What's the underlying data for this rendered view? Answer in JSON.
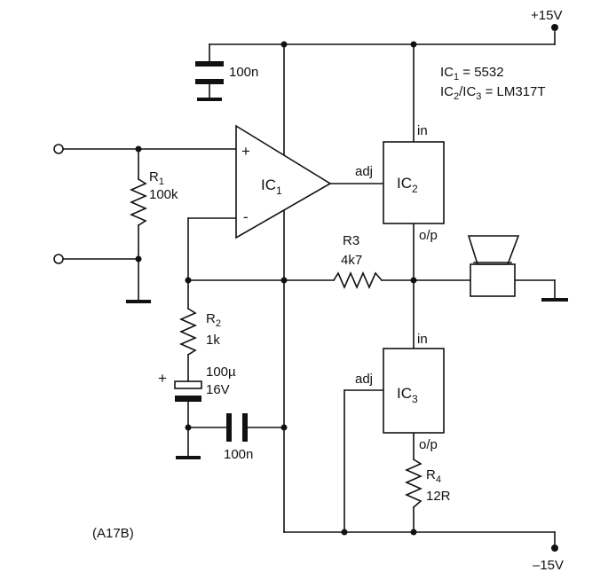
{
  "supply": {
    "pos": "+15V",
    "neg": "–15V"
  },
  "notes": {
    "line1_main": "IC",
    "line1_sub": "1",
    "line1_rest": " = 5532",
    "line2_a": "IC",
    "line2_a_sub": "2",
    "line2_b": "/IC",
    "line2_b_sub": "3",
    "line2_rest": " = LM317T"
  },
  "ic1": {
    "name": "IC",
    "sub": "1",
    "plus": "+",
    "minus": "-"
  },
  "ic2": {
    "name": "IC",
    "sub": "2",
    "in": "in",
    "adj": "adj",
    "out": "o/p"
  },
  "ic3": {
    "name": "IC",
    "sub": "3",
    "in": "in",
    "adj": "adj",
    "out": "o/p"
  },
  "c_top": {
    "value": "100n"
  },
  "c_bottom": {
    "value": "100n"
  },
  "r1": {
    "name": "R",
    "sub": "1",
    "value": "100k"
  },
  "r2": {
    "name": "R",
    "sub": "2",
    "value": "1k"
  },
  "r3": {
    "name": "R3",
    "value": "4k7"
  },
  "r4": {
    "name": "R",
    "sub": "4",
    "value": "12R"
  },
  "c_elec": {
    "value": "100µ",
    "voltage": "16V",
    "polarity": "+"
  },
  "figure_id": "(A17B)"
}
